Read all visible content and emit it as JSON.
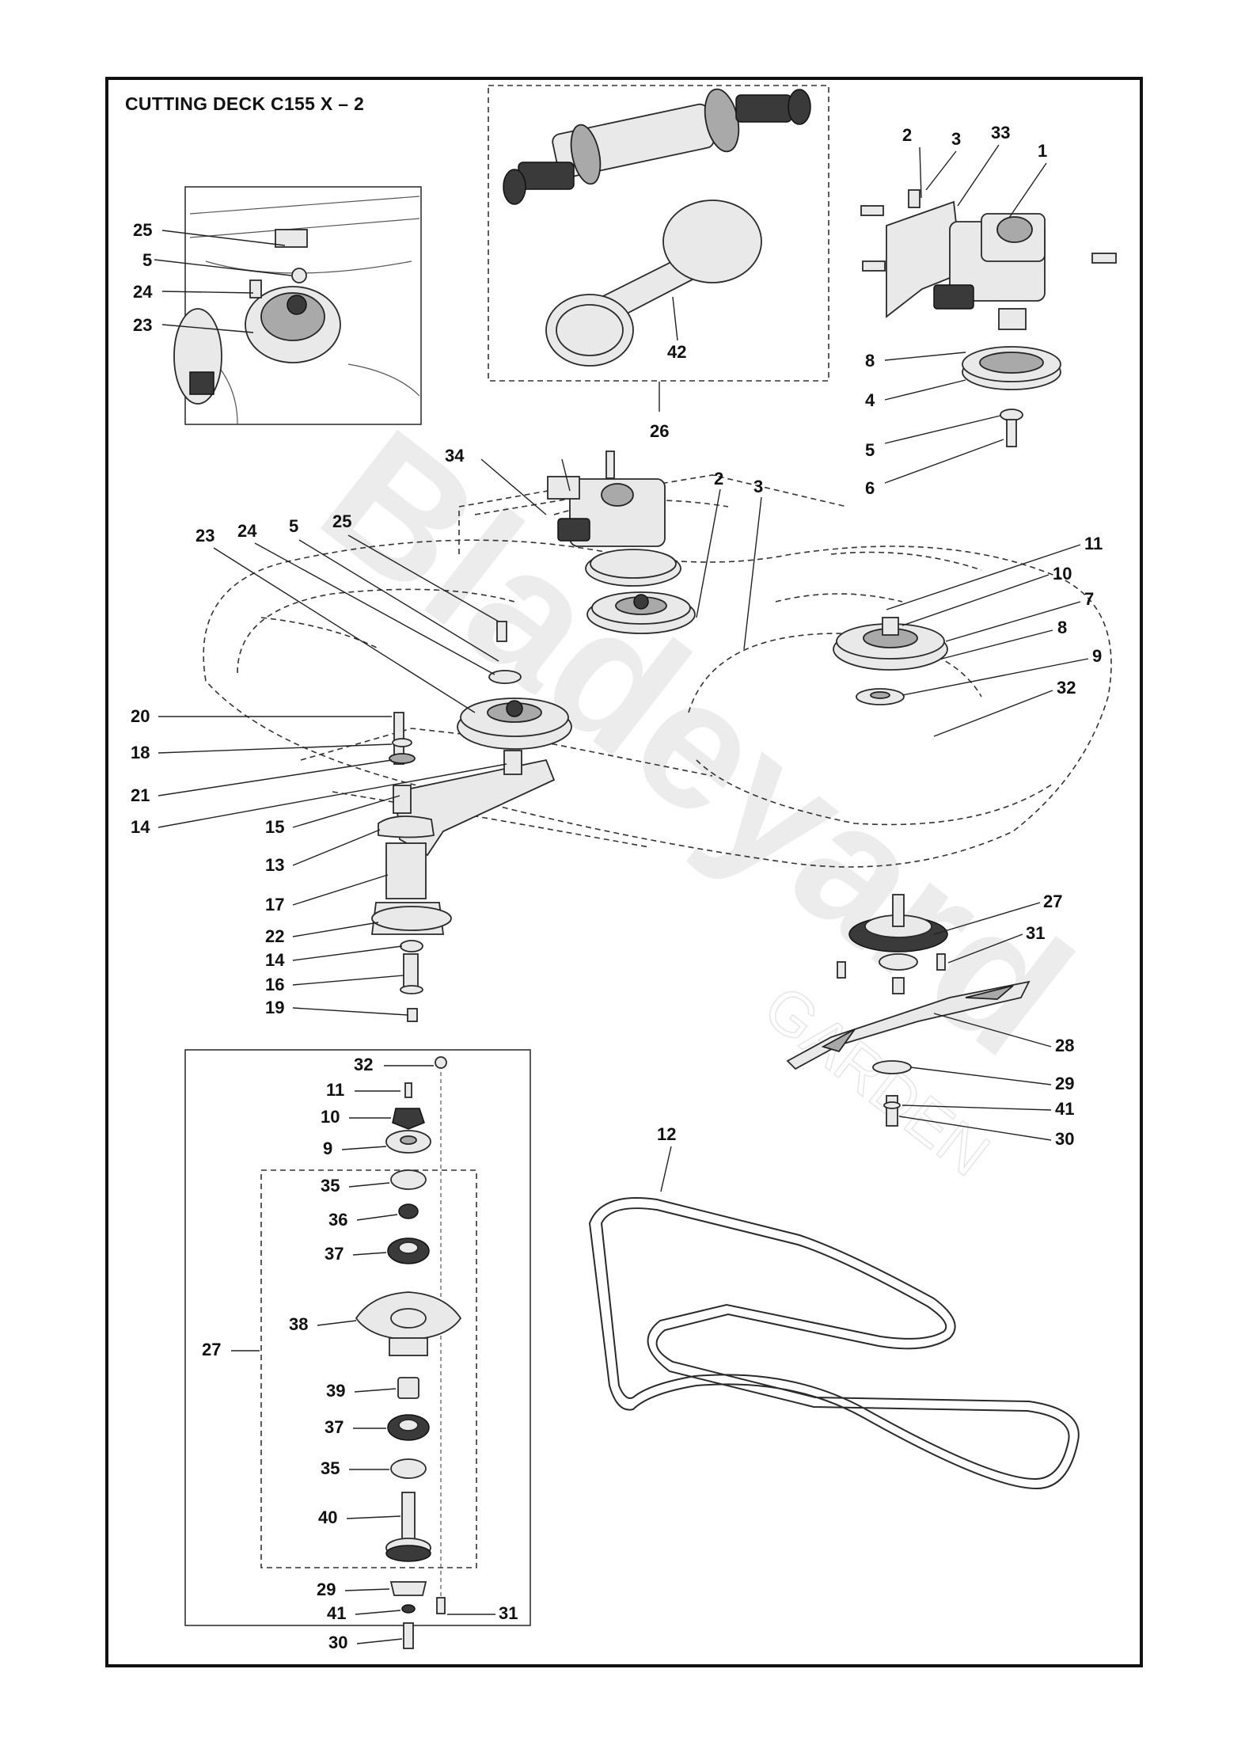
{
  "title": "CUTTING DECK C155 X – 2",
  "watermark": {
    "brand": "Bladeyard",
    "sub": "GARDEN"
  },
  "labels": {
    "l1": "1",
    "l2a": "2",
    "l3a": "3",
    "l33": "33",
    "l8a": "8",
    "l4": "4",
    "l5a": "5",
    "l6": "6",
    "l42": "42",
    "l26": "26",
    "l25a": "25",
    "l5b": "5",
    "l24a": "24",
    "l23a": "23",
    "l34": "34",
    "l2b": "2",
    "l3b": "3",
    "l11a": "11",
    "l10a": "10",
    "l7": "7",
    "l8b": "8",
    "l9a": "9",
    "l32a": "32",
    "l23b": "23",
    "l24b": "24",
    "l5c": "5",
    "l25b": "25",
    "l20": "20",
    "l18": "18",
    "l21": "21",
    "l14a": "14",
    "l15": "15",
    "l13": "13",
    "l17": "17",
    "l22": "22",
    "l14b": "14",
    "l16": "16",
    "l19": "19",
    "l27a": "27",
    "l31a": "31",
    "l28": "28",
    "l29a": "29",
    "l41a": "41",
    "l30a": "30",
    "l12": "12",
    "l32b": "32",
    "l11b": "11",
    "l10b": "10",
    "l9b": "9",
    "l35a": "35",
    "l36": "36",
    "l37a": "37",
    "l38": "38",
    "l27b": "27",
    "l39": "39",
    "l37b": "37",
    "l35b": "35",
    "l40": "40",
    "l29b": "29",
    "l41b": "41",
    "l30b": "30",
    "l31b": "31"
  }
}
